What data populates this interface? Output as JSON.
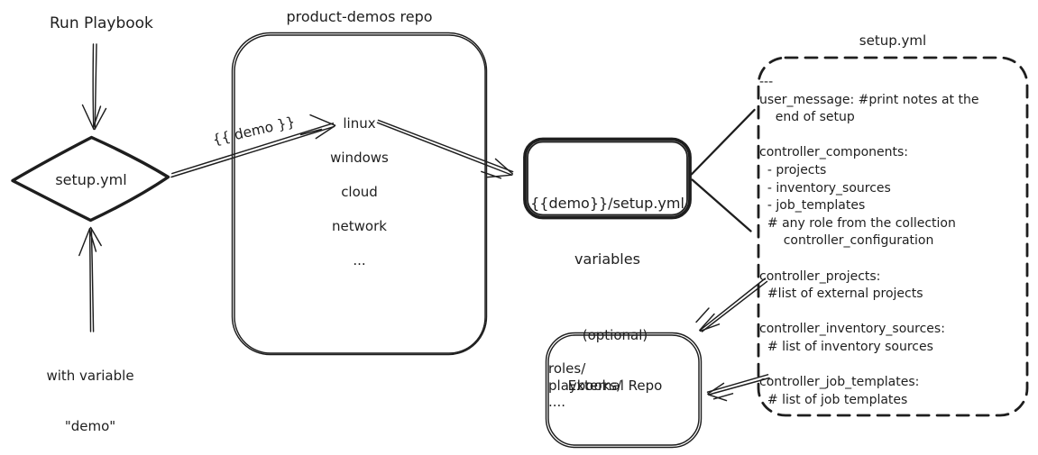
{
  "colors": {
    "ink": "#1e1e1e",
    "bg": "#ffffff"
  },
  "labels": {
    "run_playbook": "Run Playbook",
    "diamond": "setup.yml",
    "with_variable_line1": "with variable",
    "with_variable_line2": "\"demo\"",
    "demo_var": "{{ demo }}"
  },
  "repo": {
    "title": "product-demos repo",
    "items": [
      "linux",
      "windows",
      "cloud",
      "network",
      "..."
    ]
  },
  "variables_box": {
    "line1": "{{demo}}/setup.yml",
    "line2": "variables"
  },
  "setup_yml": {
    "title": "setup.yml",
    "lines": [
      "---",
      "user_message: #print notes at the",
      "    end of setup",
      "",
      "controller_components:",
      "  - projects",
      "  - inventory_sources",
      "  - job_templates",
      "  # any role from the collection",
      "      controller_configuration",
      "",
      "controller_projects:",
      "  #list of external projects",
      "",
      "controller_inventory_sources:",
      "  # list of inventory sources",
      "",
      "controller_job_templates:",
      "  # list of job templates"
    ]
  },
  "external_repo": {
    "title_line1": "(optional)",
    "title_line2": "External Repo",
    "items": [
      "roles/",
      "playbooks/",
      "...."
    ]
  }
}
